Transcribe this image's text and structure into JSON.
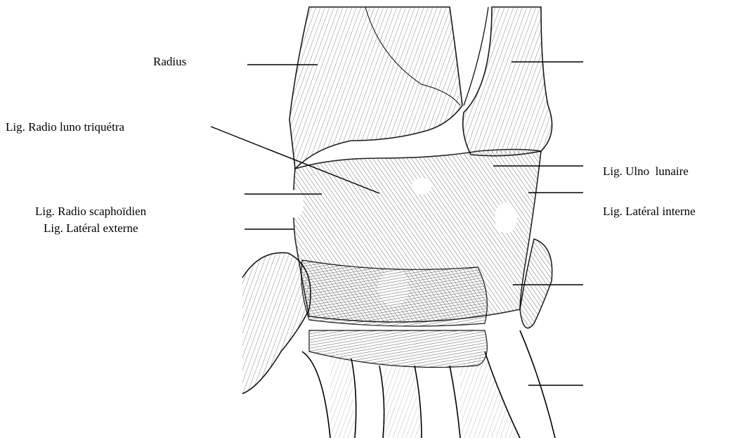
{
  "labels": {
    "radius": "Radius",
    "radio_luno_triquetra": "Lig. Radio luno triquétra",
    "radio_scaphoidien": "Lig. Radio scaphoïdien",
    "lateral_externe": "Lig. Latéral externe",
    "ulno_lunaire": "Lig. Ulno  lunaire",
    "lateral_interne": "Lig. Latéral interne"
  },
  "colors": {
    "ink": "#000000",
    "paper": "#ffffff",
    "shade": "#555555"
  }
}
